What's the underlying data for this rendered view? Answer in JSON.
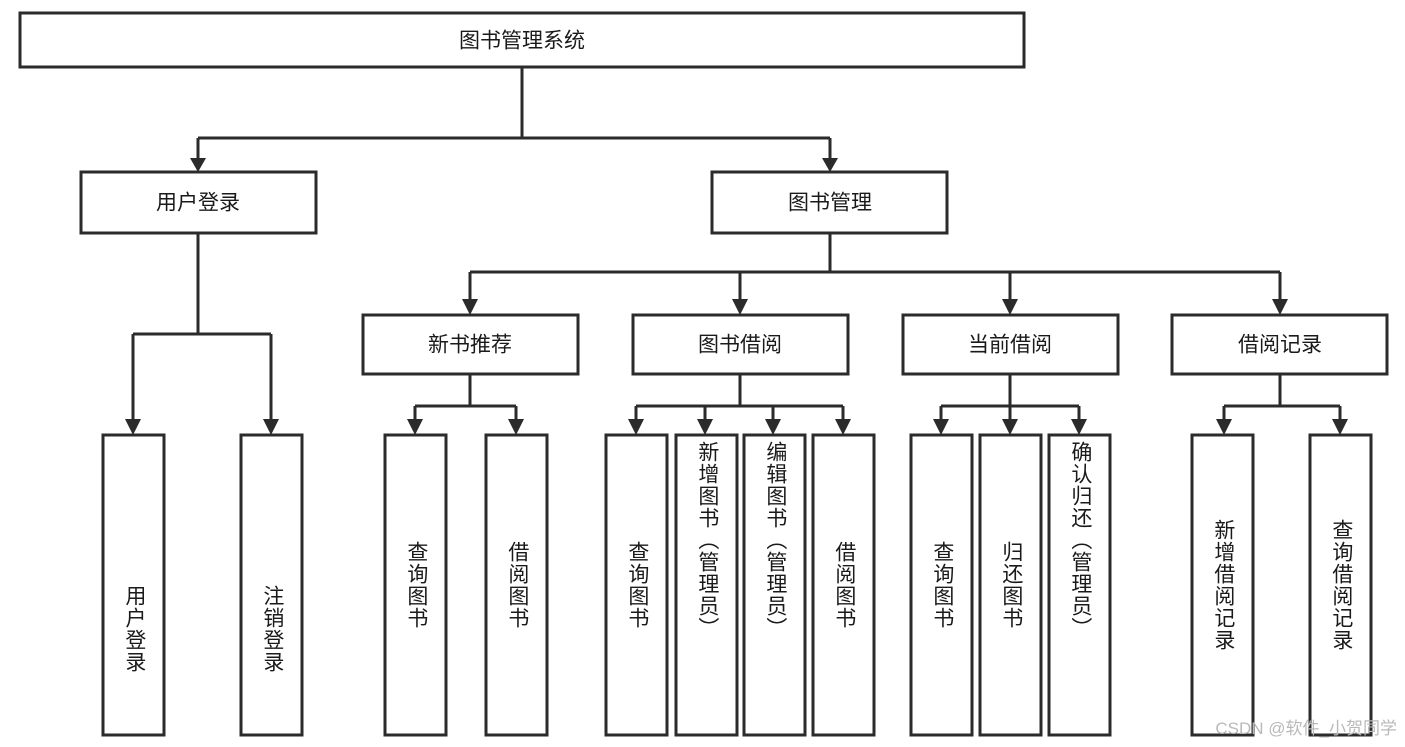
{
  "diagram": {
    "type": "tree-hierarchy-chart",
    "title": "图书管理系统",
    "colors": {
      "stroke": "#2b2b2b",
      "box_fill": "#ffffff",
      "text": "#1a1a1a",
      "watermark": "#b9b9b9"
    },
    "levels": {
      "root": {
        "label": "图书管理系统"
      },
      "level2": [
        {
          "label": "用户登录"
        },
        {
          "label": "图书管理"
        }
      ],
      "level3": [
        {
          "label": "新书推荐"
        },
        {
          "label": "图书借阅"
        },
        {
          "label": "当前借阅"
        },
        {
          "label": "借阅记录"
        }
      ],
      "leaves": [
        {
          "label": "用户登录",
          "parent": "用户登录"
        },
        {
          "label": "注销登录",
          "parent": "用户登录"
        },
        {
          "label": "查询图书",
          "parent": "新书推荐"
        },
        {
          "label": "借阅图书",
          "parent": "新书推荐"
        },
        {
          "label": "查询图书",
          "parent": "图书借阅"
        },
        {
          "label": "新增图书（管理员）",
          "parent": "图书借阅"
        },
        {
          "label": "编辑图书（管理员）",
          "parent": "图书借阅"
        },
        {
          "label": "借阅图书",
          "parent": "图书借阅"
        },
        {
          "label": "查询图书",
          "parent": "当前借阅"
        },
        {
          "label": "归还图书",
          "parent": "当前借阅"
        },
        {
          "label": "确认归还（管理员）",
          "parent": "当前借阅"
        },
        {
          "label": "新增借阅记录",
          "parent": "借阅记录"
        },
        {
          "label": "查询借阅记录",
          "parent": "借阅记录"
        }
      ]
    }
  },
  "watermark": {
    "text": "CSDN @软件_小贺同学"
  }
}
